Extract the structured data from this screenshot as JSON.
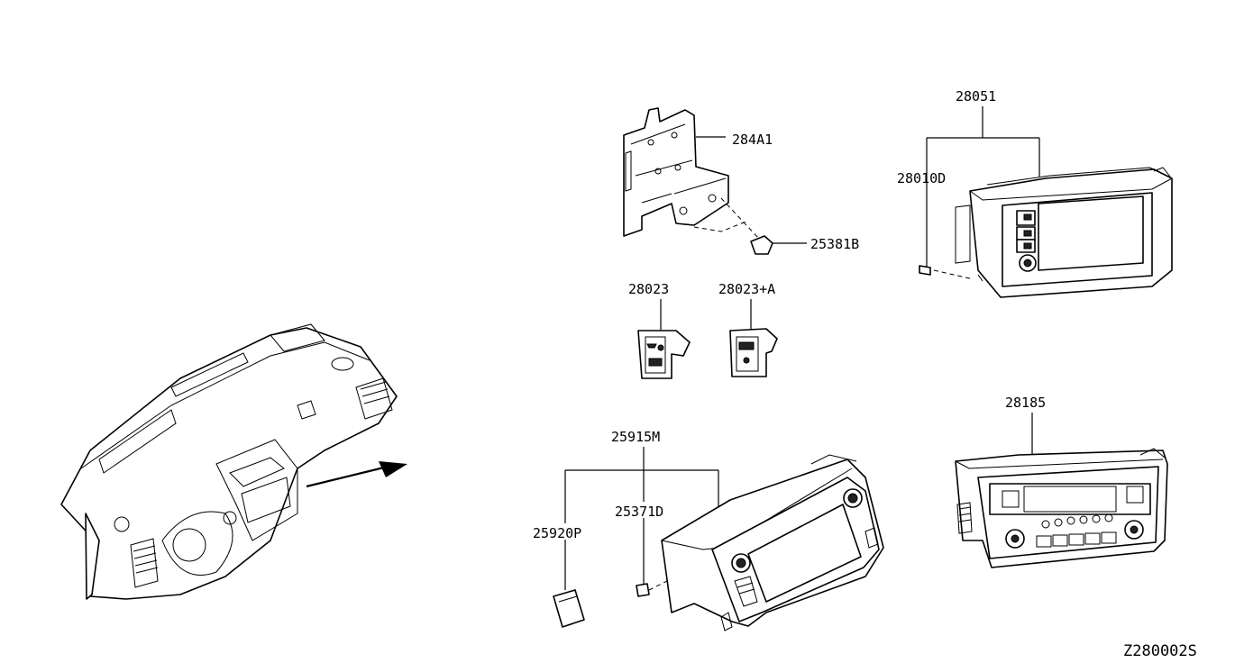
{
  "labels": {
    "p284A1": "284A1",
    "p25381B": "25381B",
    "p28051": "28051",
    "p28010D": "28010D",
    "p28023": "28023",
    "p28023A": "28023+A",
    "p25915M": "25915M",
    "p25371D": "25371D",
    "p25920P": "25920P",
    "p28185": "28185"
  },
  "diagram_code": "Z280002S"
}
